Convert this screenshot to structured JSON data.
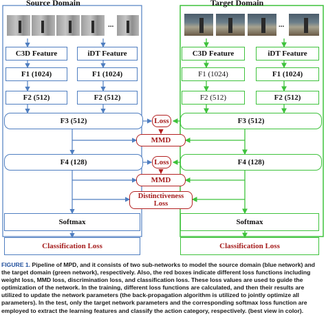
{
  "titles": {
    "source": "Source Domain",
    "target": "Target Domain"
  },
  "source_column": {
    "c3d": "C3D Feature",
    "idt": "iDT Feature",
    "f1_left": "F1 (1024)",
    "f1_right": "F1 (1024)",
    "f2_left": "F2 (512)",
    "f2_right": "F2 (512)",
    "f3": "F3 (512)",
    "f4": "F4 (128)",
    "softmax": "Softmax",
    "classification_loss": "Classification Loss"
  },
  "target_column": {
    "c3d": "C3D Feature",
    "idt": "iDT Feature",
    "f1_left": "F1 (1024)",
    "f1_right": "F1 (1024)",
    "f2_left": "F2 (512)",
    "f2_right": "F2 (512)",
    "f3": "F3 (512)",
    "f4": "F4 (128)",
    "softmax": "Softmax",
    "classification_loss": "Classification Loss"
  },
  "losses": {
    "loss_f3": "Loss",
    "mmd_1": "MMD",
    "loss_f4": "Loss",
    "mmd_2": "MMD",
    "distinctiveness_line1": "Distinctiveness",
    "distinctiveness_line2": "Loss"
  },
  "ellipsis": "...",
  "colors": {
    "source": "#4f7ec0",
    "target": "#3ec23c",
    "loss": "#b32020",
    "caption_label": "#1f4e9c"
  },
  "caption": {
    "label": "FIGURE 1.",
    "text": "Pipeline of MPD, and it consists of two sub-networks to model the source domain (blue network) and the target domain (green network), respectively. Also, the red boxes indicate different loss functions including weight loss, MMD loss, discrimination loss, and classification loss. These loss values are used to guide the optimization of the network. In the training, different loss functions are calculated, and then their results are utilized to update the network parameters (the back-propagation algorithm is utilized to jointly optimize all parameters). In the test, only the target network parameters and the corresponding softmax loss function are employed to extract the learning features and classify the action category, respectively. (best view in color)."
  }
}
